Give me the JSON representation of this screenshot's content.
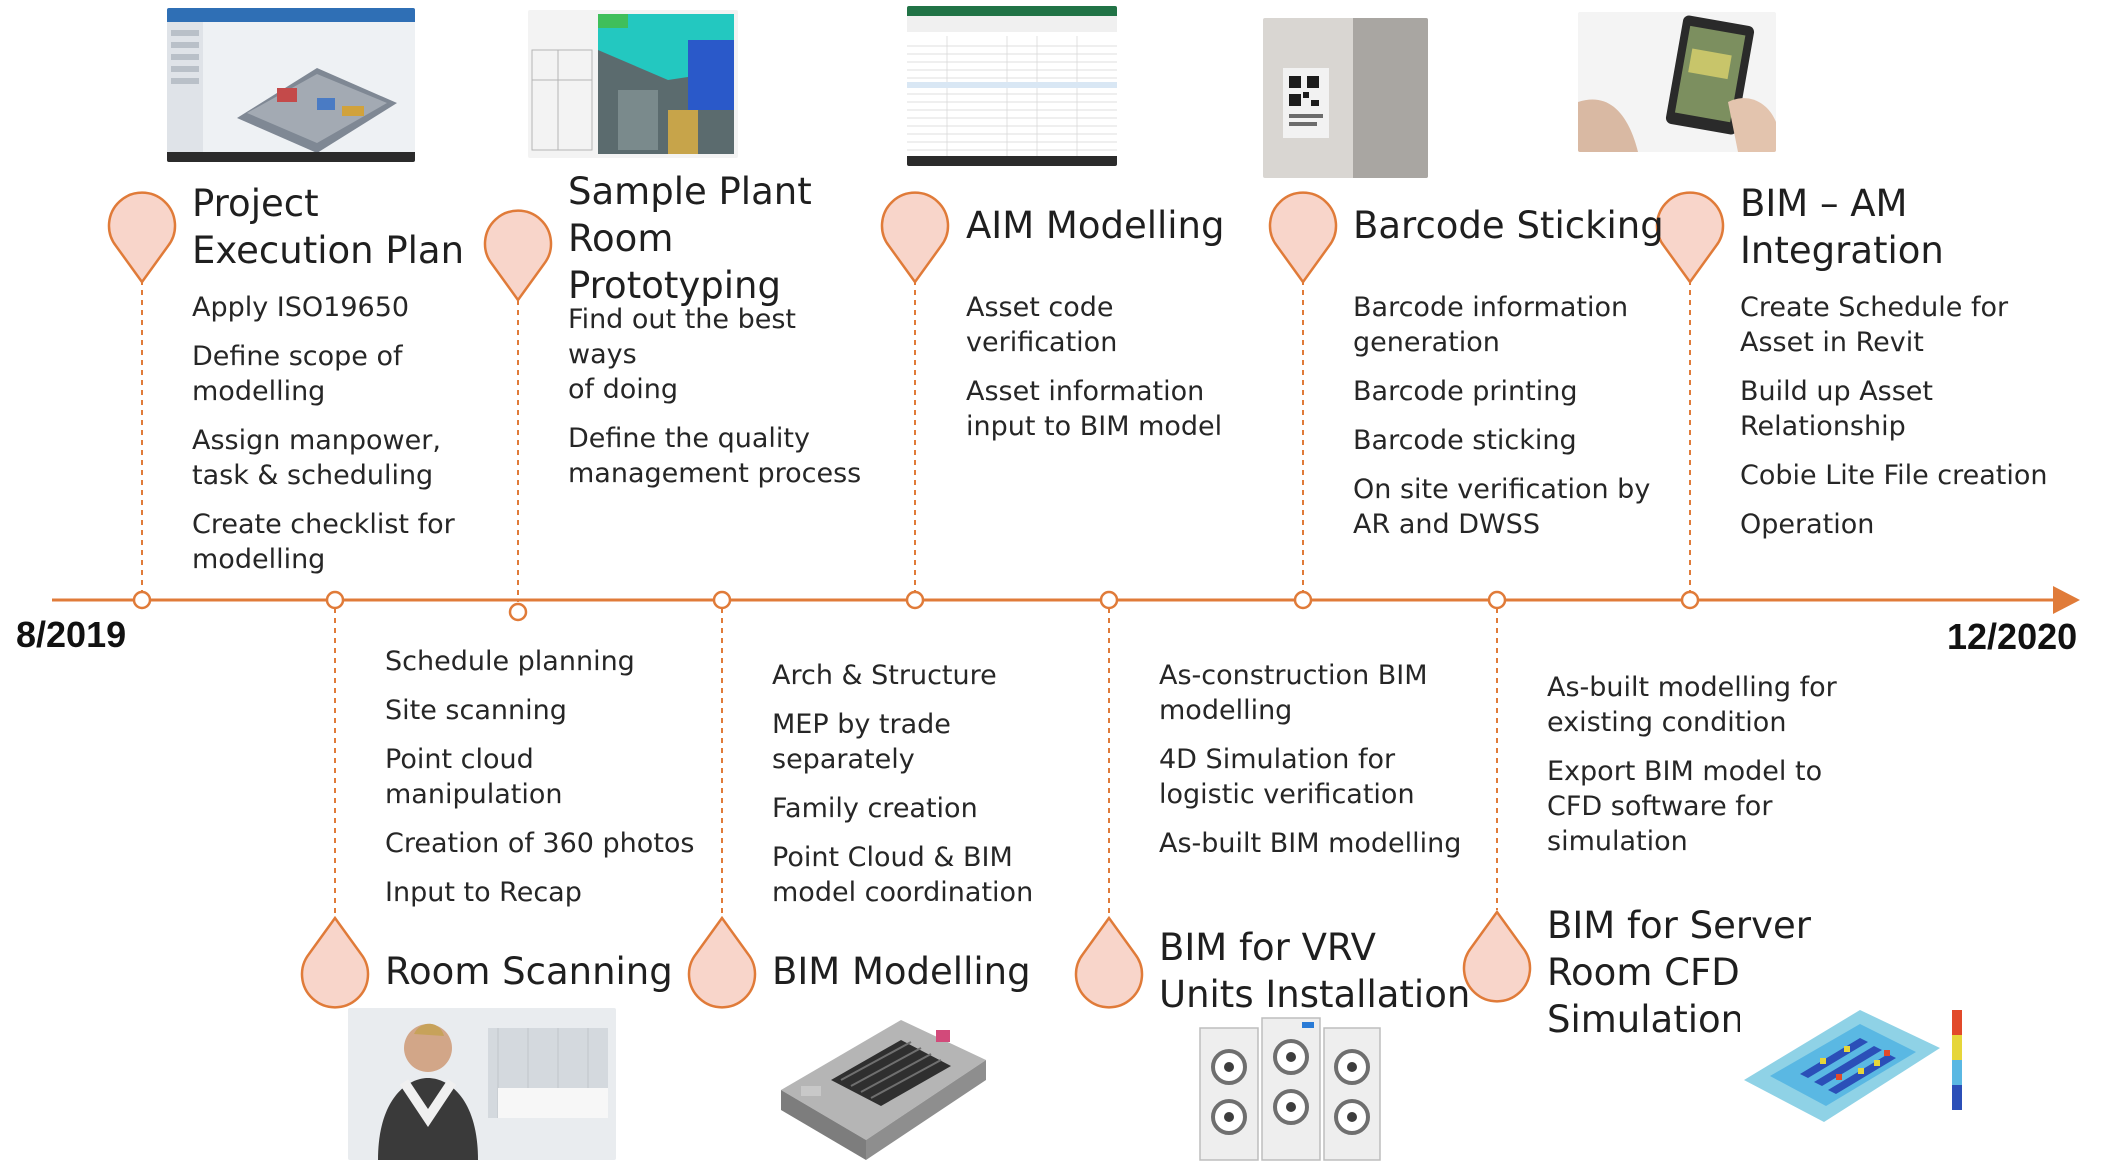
{
  "timeline": {
    "start_label": "8/2019",
    "end_label": "12/2020",
    "accent_color": "#e07b39",
    "marker_fill": "#f8d5ca"
  },
  "milestones_top": [
    {
      "id": "pep",
      "title": [
        "Project",
        "Execution Plan"
      ],
      "bullets": [
        "Apply ISO19650",
        "Define  scope of\nmodelling",
        "Assign manpower,\ntask & scheduling",
        "Create checklist for\nmodelling"
      ],
      "photo": "bim-software-screenshot"
    },
    {
      "id": "spp",
      "title": [
        "Sample Plant",
        "Room",
        "Prototyping"
      ],
      "bullets": [
        "Find out the best ways\nof doing",
        "Define the quality\nmanagement  process"
      ],
      "photo": "plant-room-3d-model"
    },
    {
      "id": "aim",
      "title": [
        "AIM Modelling"
      ],
      "bullets": [
        "Asset code verification",
        "Asset information\ninput to BIM model"
      ],
      "photo": "asset-spreadsheet"
    },
    {
      "id": "bar",
      "title": [
        "Barcode Sticking"
      ],
      "bullets": [
        "Barcode information\ngeneration",
        "Barcode printing",
        "Barcode sticking",
        "On site verification by\nAR and DWSS"
      ],
      "photo": "barcode-label-photo"
    },
    {
      "id": "bam",
      "title": [
        "BIM – AM",
        "Integration"
      ],
      "bullets": [
        "Create Schedule for\nAsset in Revit",
        "Build up Asset\nRelationship",
        "Cobie Lite File creation",
        "Operation"
      ],
      "photo": "tablet-in-hand-photo"
    }
  ],
  "milestones_bottom": [
    {
      "id": "rs",
      "title": [
        "Room Scanning"
      ],
      "bullets": [
        "Schedule  planning",
        "Site scanning",
        "Point cloud\nmanipulation",
        "Creation of 360 photos",
        "Input to Recap"
      ],
      "photo": "scanner-operator-photo"
    },
    {
      "id": "bm",
      "title": [
        "BIM Modelling"
      ],
      "bullets": [
        "Arch & Structure",
        "MEP by trade\nseparately",
        "Family creation",
        "Point Cloud & BIM\nmodel coordination"
      ],
      "photo": "bim-building-model"
    },
    {
      "id": "vrv",
      "title": [
        "BIM for VRV",
        "Units Installation"
      ],
      "bullets": [
        "As-construction BIM\nmodelling",
        "4D Simulation for\nlogistic verification",
        "As-built BIM modelling"
      ],
      "photo": "vrv-outdoor-units"
    },
    {
      "id": "cfd",
      "title": [
        "BIM for Server",
        "Room CFD",
        "Simulation"
      ],
      "bullets": [
        "As-built modelling  for\nexisting condition",
        "Export BIM model to\nCFD software for\nsimulation"
      ],
      "photo": "cfd-heatmap-render"
    }
  ]
}
